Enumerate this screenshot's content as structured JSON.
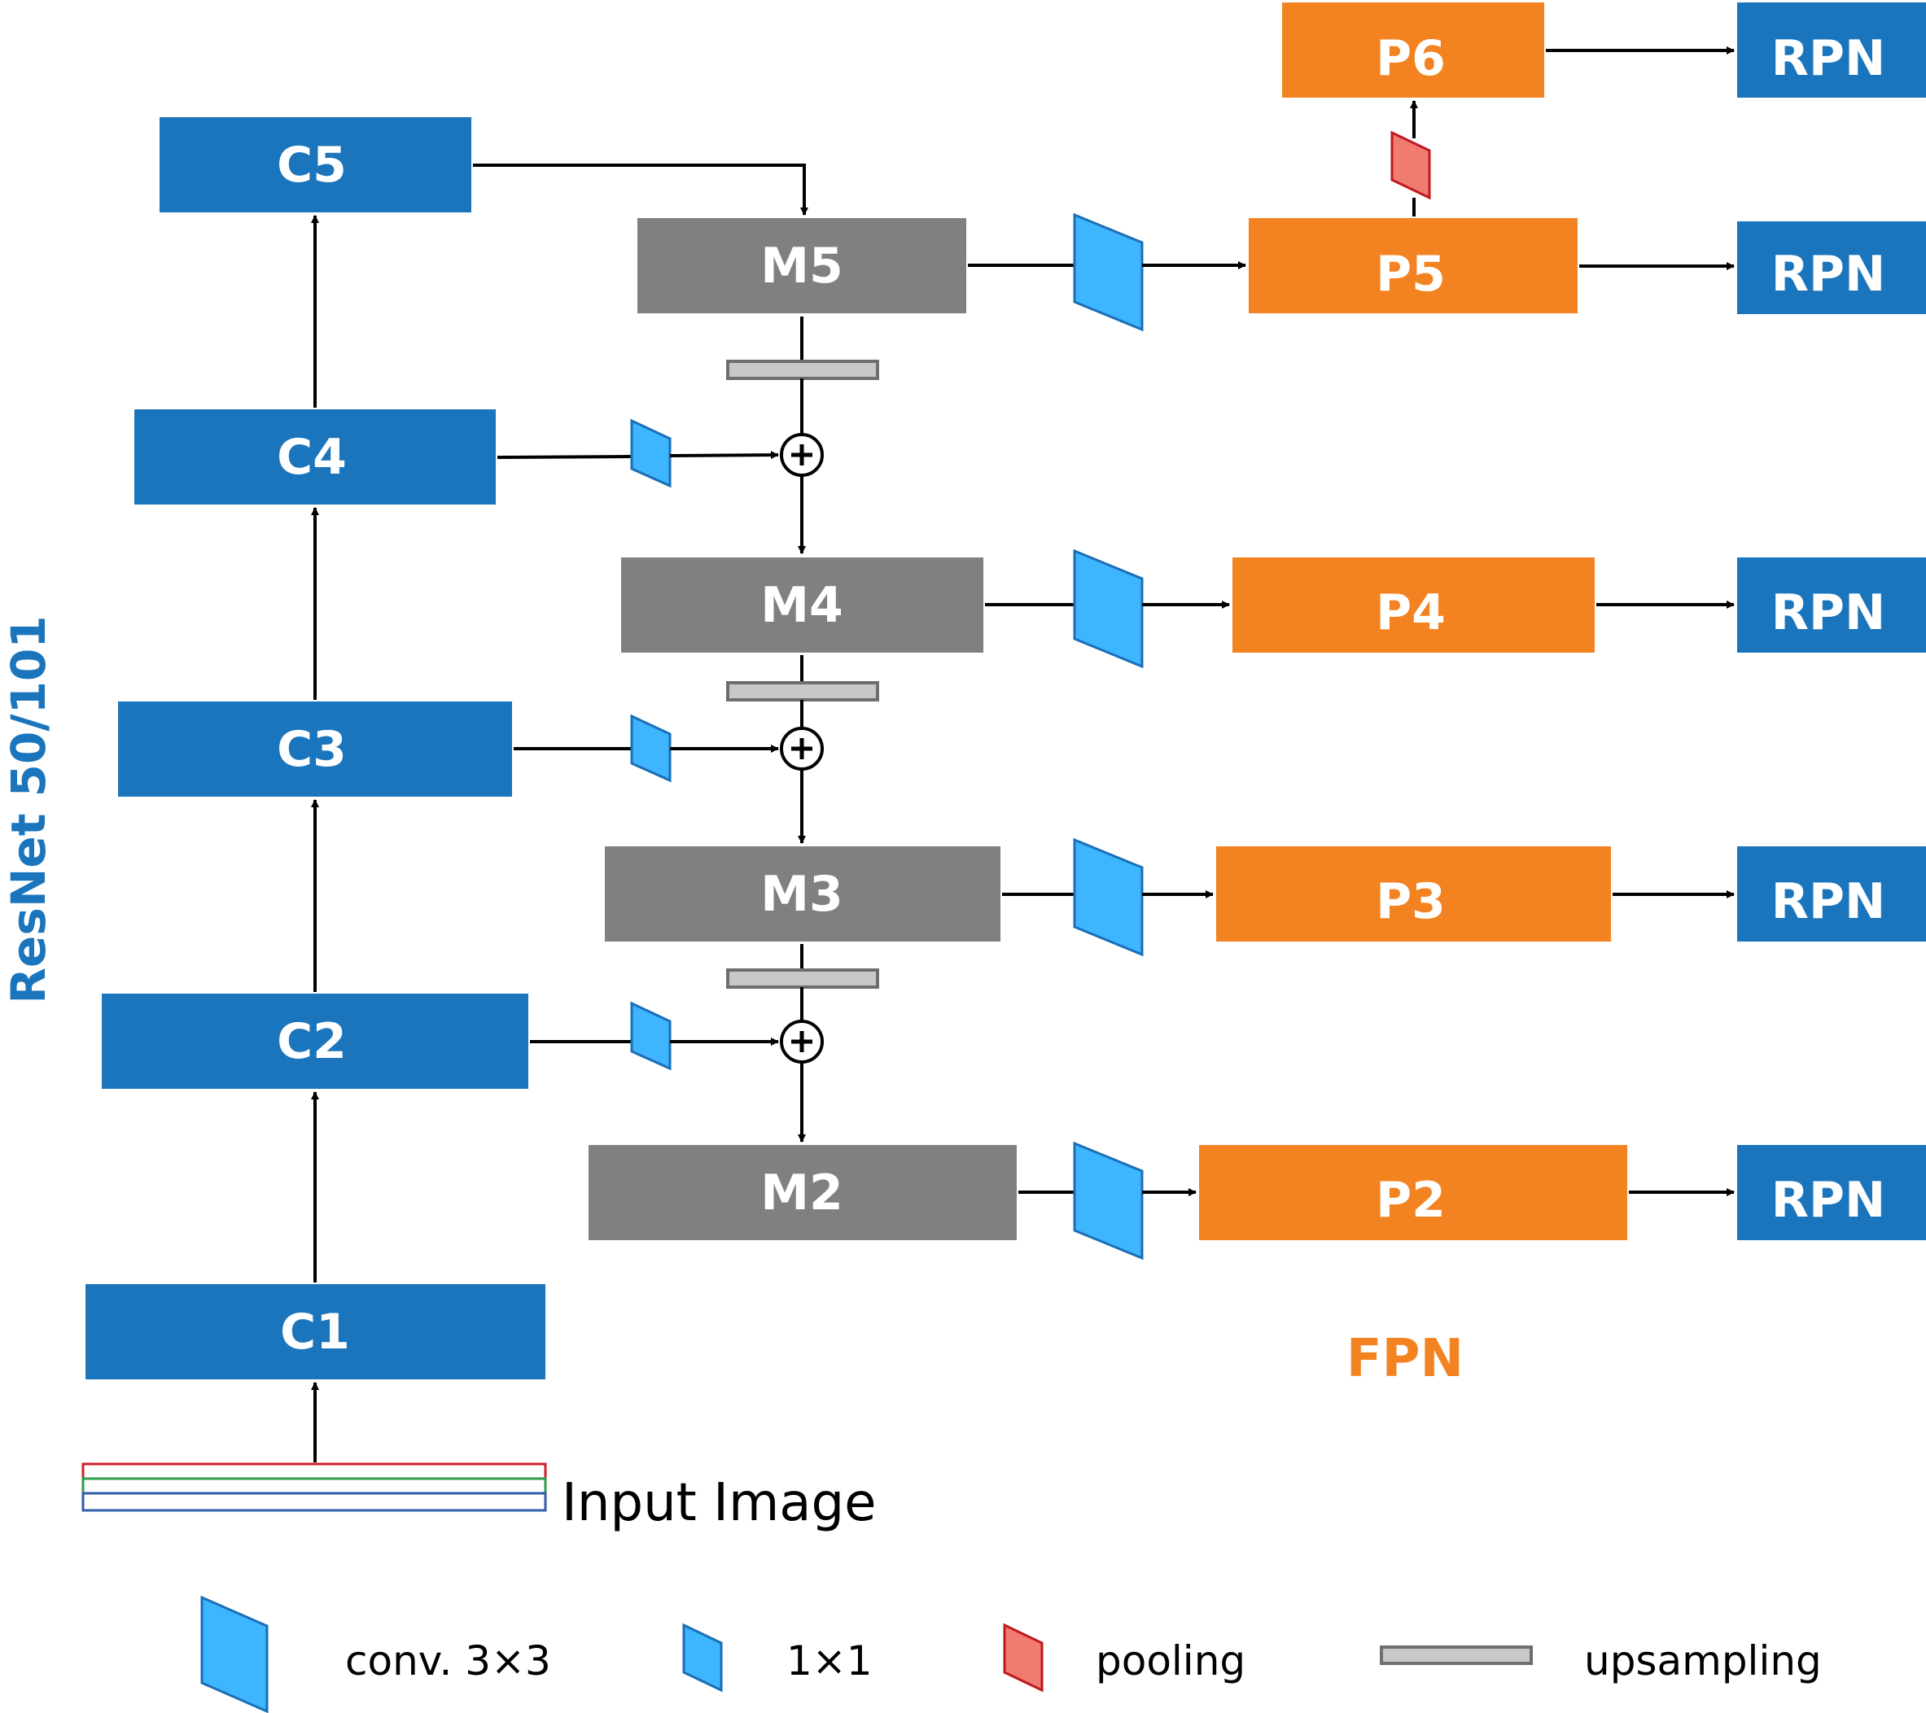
{
  "colors": {
    "backbone": "#1B75BC",
    "merge": "#808080",
    "pyramid": "#F38321",
    "conv": "#3DB5FF",
    "conv_stroke": "#1B6FB5",
    "pooling": "#F07B70",
    "pooling_stroke": "#C0191F",
    "upsample": "#C8C8C8",
    "upsample_stroke": "#6E6E6E",
    "input_r": "#D0202A",
    "input_g": "#2E9E48",
    "input_b": "#2F5DA8"
  },
  "backbone": {
    "title": "ResNet 50/101",
    "blocks": [
      "C1",
      "C2",
      "C3",
      "C4",
      "C5"
    ]
  },
  "merge": {
    "blocks": [
      "M2",
      "M3",
      "M4",
      "M5"
    ]
  },
  "fpn": {
    "title": "FPN",
    "blocks": [
      "P2",
      "P3",
      "P4",
      "P5",
      "P6"
    ]
  },
  "heads": {
    "rpn_label": "RPN",
    "count": 5
  },
  "input": {
    "label": "Input Image"
  },
  "legend": {
    "conv3": "conv. 3×3",
    "conv1": "1×1",
    "pooling": "pooling",
    "upsampling": "upsampling"
  }
}
